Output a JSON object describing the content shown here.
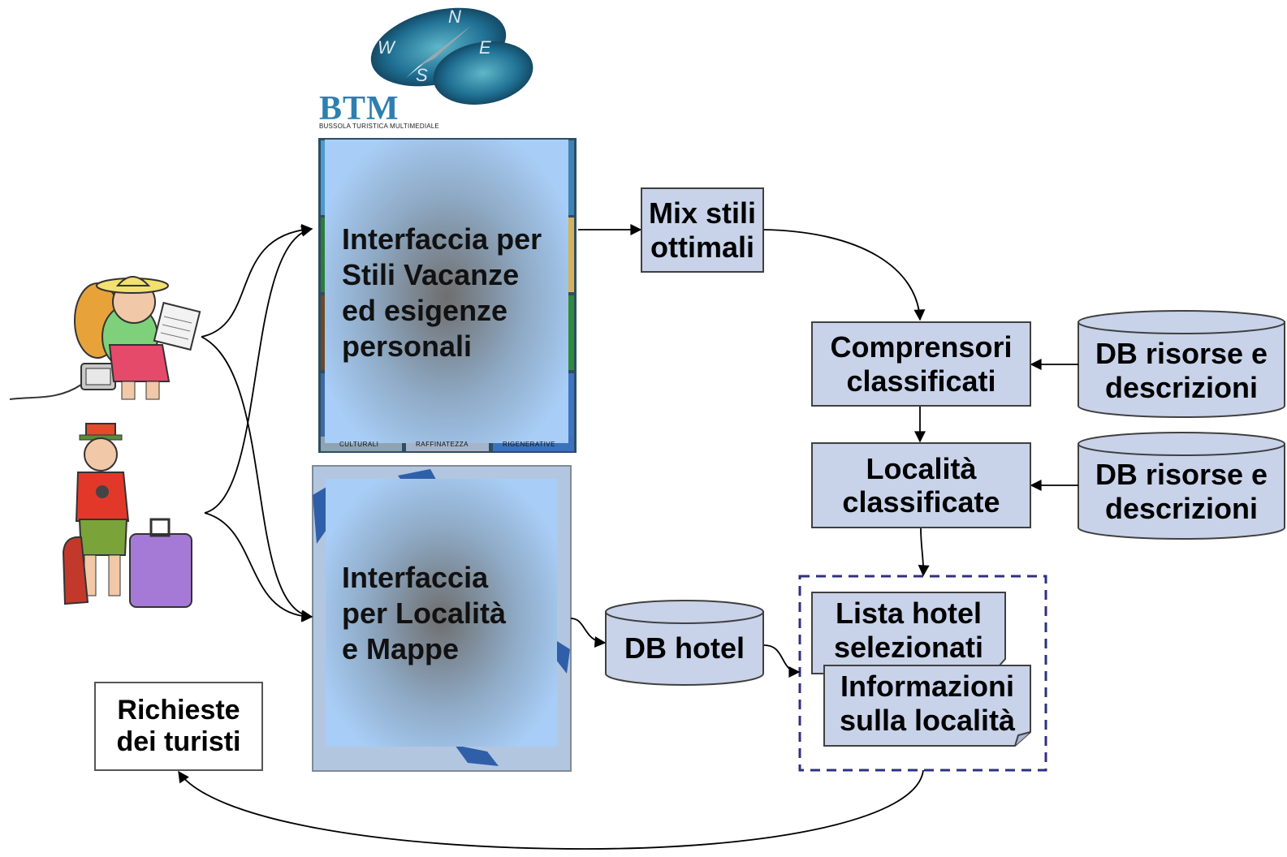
{
  "brand": {
    "logo": "BTM",
    "tagline": "BUSSOLA TURISTICA MULTIMEDIALE",
    "compass_letters": [
      "N",
      "W",
      "E",
      "S"
    ]
  },
  "panels": {
    "styles_interface": [
      "Interfaccia per",
      "Stili Vacanze",
      "ed esigenze",
      "personali"
    ],
    "styles_tiles": [
      "CULTURALI",
      "RAFFINATEZZA",
      "RIGENERATIVE"
    ],
    "map_interface": [
      "Interfaccia",
      "per Località",
      "e Mappe"
    ]
  },
  "nodes": {
    "mix": [
      "Mix stili",
      "ottimali"
    ],
    "comprensori": [
      "Comprensori",
      "classificati"
    ],
    "localita": [
      "Località",
      "classificate"
    ],
    "db_risorse_1": [
      "DB risorse e",
      "descrizioni"
    ],
    "db_risorse_2": [
      "DB risorse e",
      "descrizioni"
    ],
    "db_hotel": "DB hotel",
    "lista_hotel": [
      "Lista hotel",
      "selezionati"
    ],
    "informazioni": [
      "Informazioni",
      "sulla località"
    ],
    "richieste": [
      "Richieste",
      "dei turisti"
    ]
  },
  "colors": {
    "box_fill": "#c8d3ea",
    "panel_blue": "#a8cdf6",
    "dashed_border": "#303080",
    "arrow": "#000000"
  },
  "icons": [
    "tourist-with-map-icon",
    "tourist-with-suitcase-icon",
    "compass-logo-icon"
  ]
}
